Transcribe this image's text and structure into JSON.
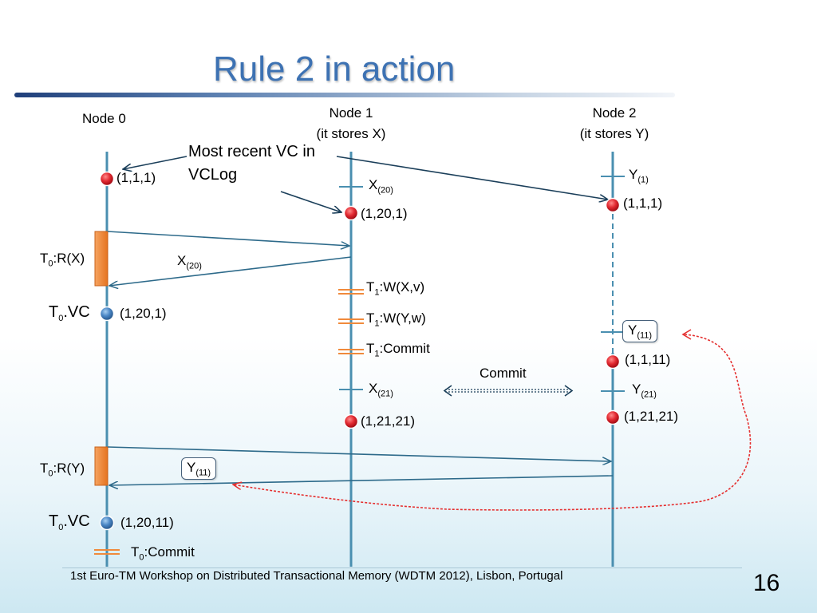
{
  "slide": {
    "title": "Rule 2 in action",
    "footer": "1st  Euro-TM Workshop on Distributed Transactional Memory (WDTM 2012), Lisbon, Portugal",
    "page_number": "16"
  },
  "nodes": {
    "node0": "Node 0",
    "node1_line1": "Node 1",
    "node1_line2": "(it stores X)",
    "node2_line1": "Node 2",
    "node2_line2": "(it stores Y)"
  },
  "annotation": "Most recent VC in VCLog",
  "vc_labels": {
    "n0_initial": "(1,1,1)",
    "n1_x20": "(1,20,1)",
    "n2_initial": "(1,1,1)",
    "t0_vc_first": "(1,20,1)",
    "n2_y11": "(1,1,11)",
    "n1_x21": "(1,21,21)",
    "n2_y21": "(1,21,21)",
    "t0_vc_second": "(1,20,11)"
  },
  "versions": {
    "y1": {
      "base": "Y",
      "sub": "(1)"
    },
    "x20": {
      "base": "X",
      "sub": "(20)"
    },
    "x20_msg": {
      "base": "X",
      "sub": "(20)"
    },
    "y11": {
      "base": "Y",
      "sub": "(11)"
    },
    "x21": {
      "base": "X",
      "sub": "(21)"
    },
    "y21": {
      "base": "Y",
      "sub": "(21)"
    },
    "y11_msg": {
      "base": "Y",
      "sub": "(11)"
    }
  },
  "ops": {
    "t0_read_x": {
      "base": "T",
      "sub": "0",
      "rest": ":R(X)"
    },
    "t0_read_y": {
      "base": "T",
      "sub": "0",
      "rest": ":R(Y)"
    },
    "t0_vc_a": {
      "base": "T",
      "sub": "0",
      "rest": ".VC"
    },
    "t0_vc_b": {
      "base": "T",
      "sub": "0",
      "rest": ".VC"
    },
    "t1_write_x": {
      "base": "T",
      "sub": "1",
      "rest": ":W(X,v)"
    },
    "t1_write_y": {
      "base": "T",
      "sub": "1",
      "rest": ":W(Y,w)"
    },
    "t1_commit": {
      "base": "T",
      "sub": "1",
      "rest": ":Commit"
    },
    "t0_commit": {
      "base": "T",
      "sub": "0",
      "rest": ":Commit"
    }
  },
  "commit_label": "Commit",
  "colors": {
    "title": "#3d72b3",
    "timeline": "#4a8fb0",
    "red_dot": "#d81e28",
    "blue_dot": "#4a86c5",
    "orange": "#f08a3c",
    "red_dashed": "#e53030"
  }
}
